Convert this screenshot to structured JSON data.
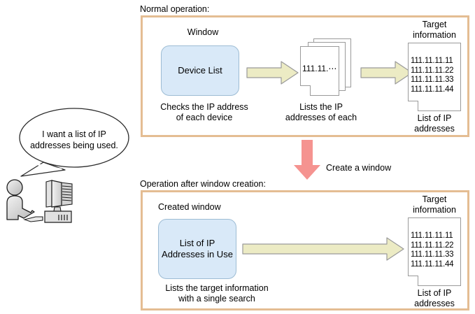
{
  "colors": {
    "panel_border": "#e4bd93",
    "window_fill": "#d9e9f8",
    "window_border": "#9dbcd4",
    "arrow_fill": "#ecebc4",
    "arrow_border": "#9a9a9a",
    "red_arrow": "#f59390",
    "doc_border": "#9a9a9a",
    "figure_gray": "#c8c8c8",
    "text": "#000000"
  },
  "actor": {
    "speech_bubble": "I want a list of IP\naddresses being used.",
    "figure_name": "person-at-computer"
  },
  "transition": {
    "label": "Create a window",
    "arrow_icon": "down-arrow-icon"
  },
  "sections": [
    {
      "caption": "Normal operation:",
      "window_title": "Window",
      "window_box_label": "Device List",
      "window_box_caption": "Checks the IP address\nof each device",
      "middle_stack_label": "111.11.⋯",
      "middle_stack_caption": "Lists the IP\naddresses of each",
      "target_title": "Target\ninformation",
      "target_lines": "111.11.11.11\n111.11.11.22\n111.11.11.33\n111.11.11.44",
      "target_caption": "List of IP\naddresses"
    },
    {
      "caption": "Operation after window creation:",
      "window_title": "Created window",
      "window_box_label": "List of IP\nAddresses in\nUse",
      "window_box_caption": "Lists the target information\n with a single search",
      "target_title": "Target\ninformation",
      "target_lines": "111.11.11.11\n111.11.11.22\n111.11.11.33\n111.11.11.44",
      "target_caption": "List of IP\naddresses"
    }
  ]
}
